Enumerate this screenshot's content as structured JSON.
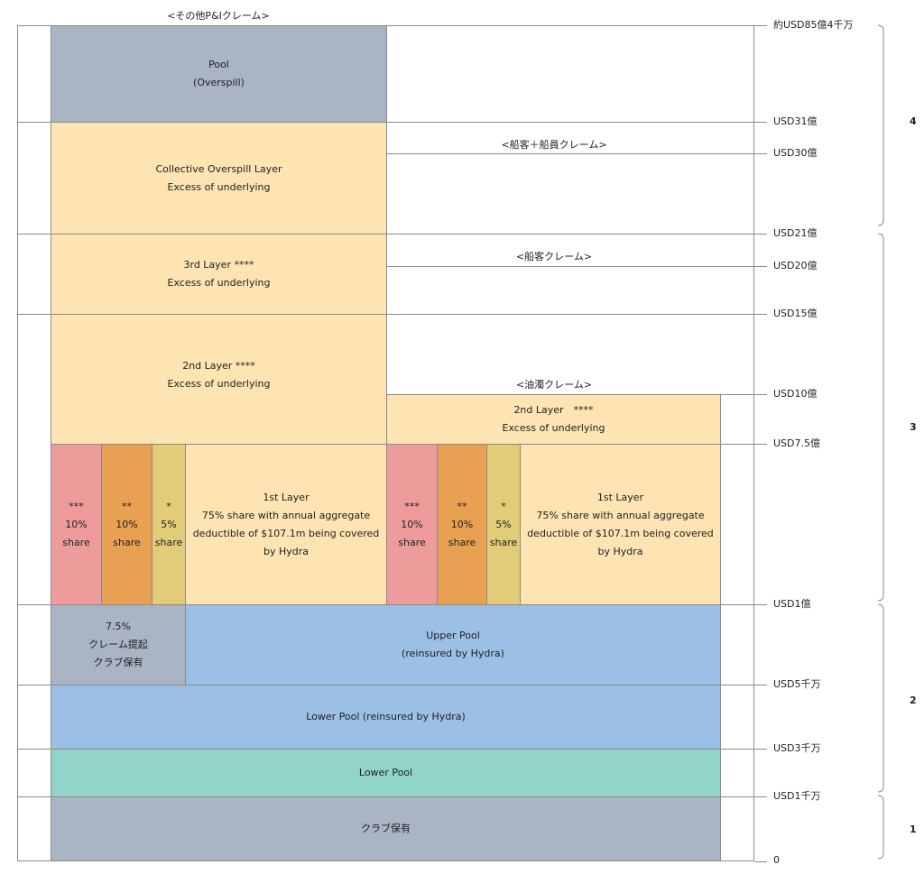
{
  "top_label": "<その他P&Iクレーム>",
  "layers": {
    "pool_overspill": "Pool\n(Overspill)",
    "collective_overspill": "Collective Overspill Layer\nExcess of underlying",
    "third_layer": "3rd Layer ****\nExcess of underlying",
    "second_layer": "2nd Layer ****\nExcess of underlying",
    "second_layer_oil": "2nd Layer　****\nExcess of underlying",
    "first_layer": "1st Layer\n75% share with annual aggregate deductible of $107.1m being covered by Hydra",
    "share_10a": "***\n10%\nshare",
    "share_10b": "**\n10%\nshare",
    "share_5": "*\n5%\nshare",
    "claim_club": "7.5%\nクレーム提起\nクラブ保有",
    "upper_pool": "Upper Pool\n(reinsured by Hydra)",
    "lower_pool_hydra": "Lower Pool (reinsured by Hydra)",
    "lower_pool": "Lower Pool",
    "club_retention": "クラブ保有"
  },
  "claim_labels": {
    "crew": "<船客＋船員クレーム>",
    "passenger": "<船客クレーム>",
    "oil": "<油濁クレーム>"
  },
  "ticks": {
    "t85": "約USD85億4千万",
    "t31": "USD31億",
    "t30": "USD30億",
    "t21": "USD21億",
    "t20": "USD20億",
    "t15": "USD15億",
    "t10": "USD10億",
    "t75": "USD7.5億",
    "t1": "USD1億",
    "t5k": "USD5千万",
    "t3k": "USD3千万",
    "t1k": "USD1千万",
    "t0": "0"
  },
  "tiers": {
    "t4": "4",
    "t3": "3",
    "t2": "2",
    "t1": "1"
  }
}
